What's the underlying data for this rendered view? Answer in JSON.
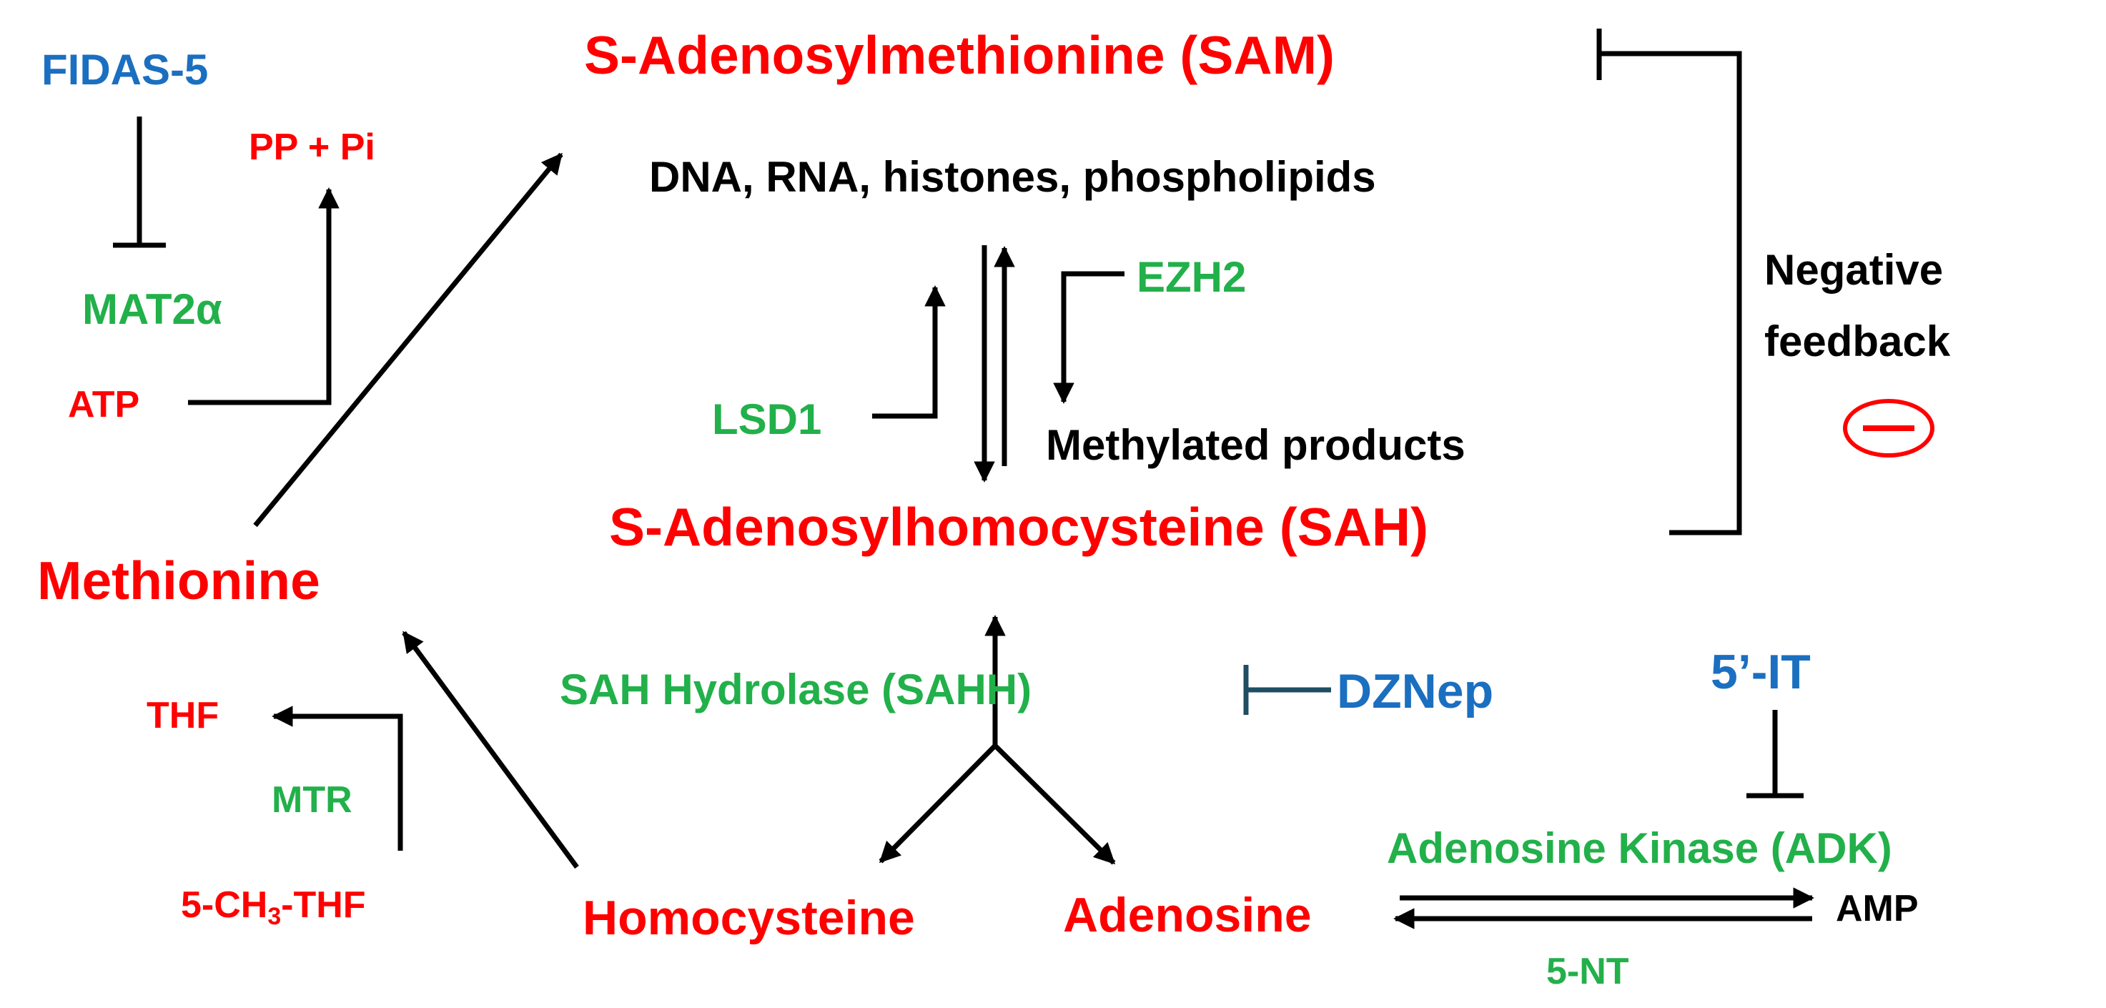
{
  "colors": {
    "metabolite": "#ff0000",
    "enzyme": "#22b04a",
    "inhibitor": "#1b6fc0",
    "substrate": "#000000",
    "dznep_edge": "#1f4e63"
  },
  "nodes": {
    "sam": "S-Adenosylmethionine (SAM)",
    "substrates": "DNA, RNA, histones, phospholipids",
    "methylated_products": "Methylated products",
    "sah": "S-Adenosylhomocysteine (SAH)",
    "methionine": "Methionine",
    "homocysteine": "Homocysteine",
    "adenosine": "Adenosine",
    "amp": "AMP",
    "thf": "THF",
    "ch3_thf_prefix": "5-CH",
    "ch3_thf_sub": "3",
    "ch3_thf_suffix": "-THF",
    "atp": "ATP",
    "pp_pi": "PP + Pi"
  },
  "enzymes": {
    "mat2a": "MAT2α",
    "lsd1": "LSD1",
    "ezh2": "EZH2",
    "sahh": "SAH Hydrolase (SAHH)",
    "mtr": "MTR",
    "adk": "Adenosine Kinase (ADK)",
    "nt5": "5-NT"
  },
  "inhibitors": {
    "fidas5": "FIDAS-5",
    "dznep": "DZNep",
    "it5": "5’-IT"
  },
  "feedback": {
    "line1": "Negative",
    "line2": "feedback",
    "symbol": "minus-in-circle"
  }
}
